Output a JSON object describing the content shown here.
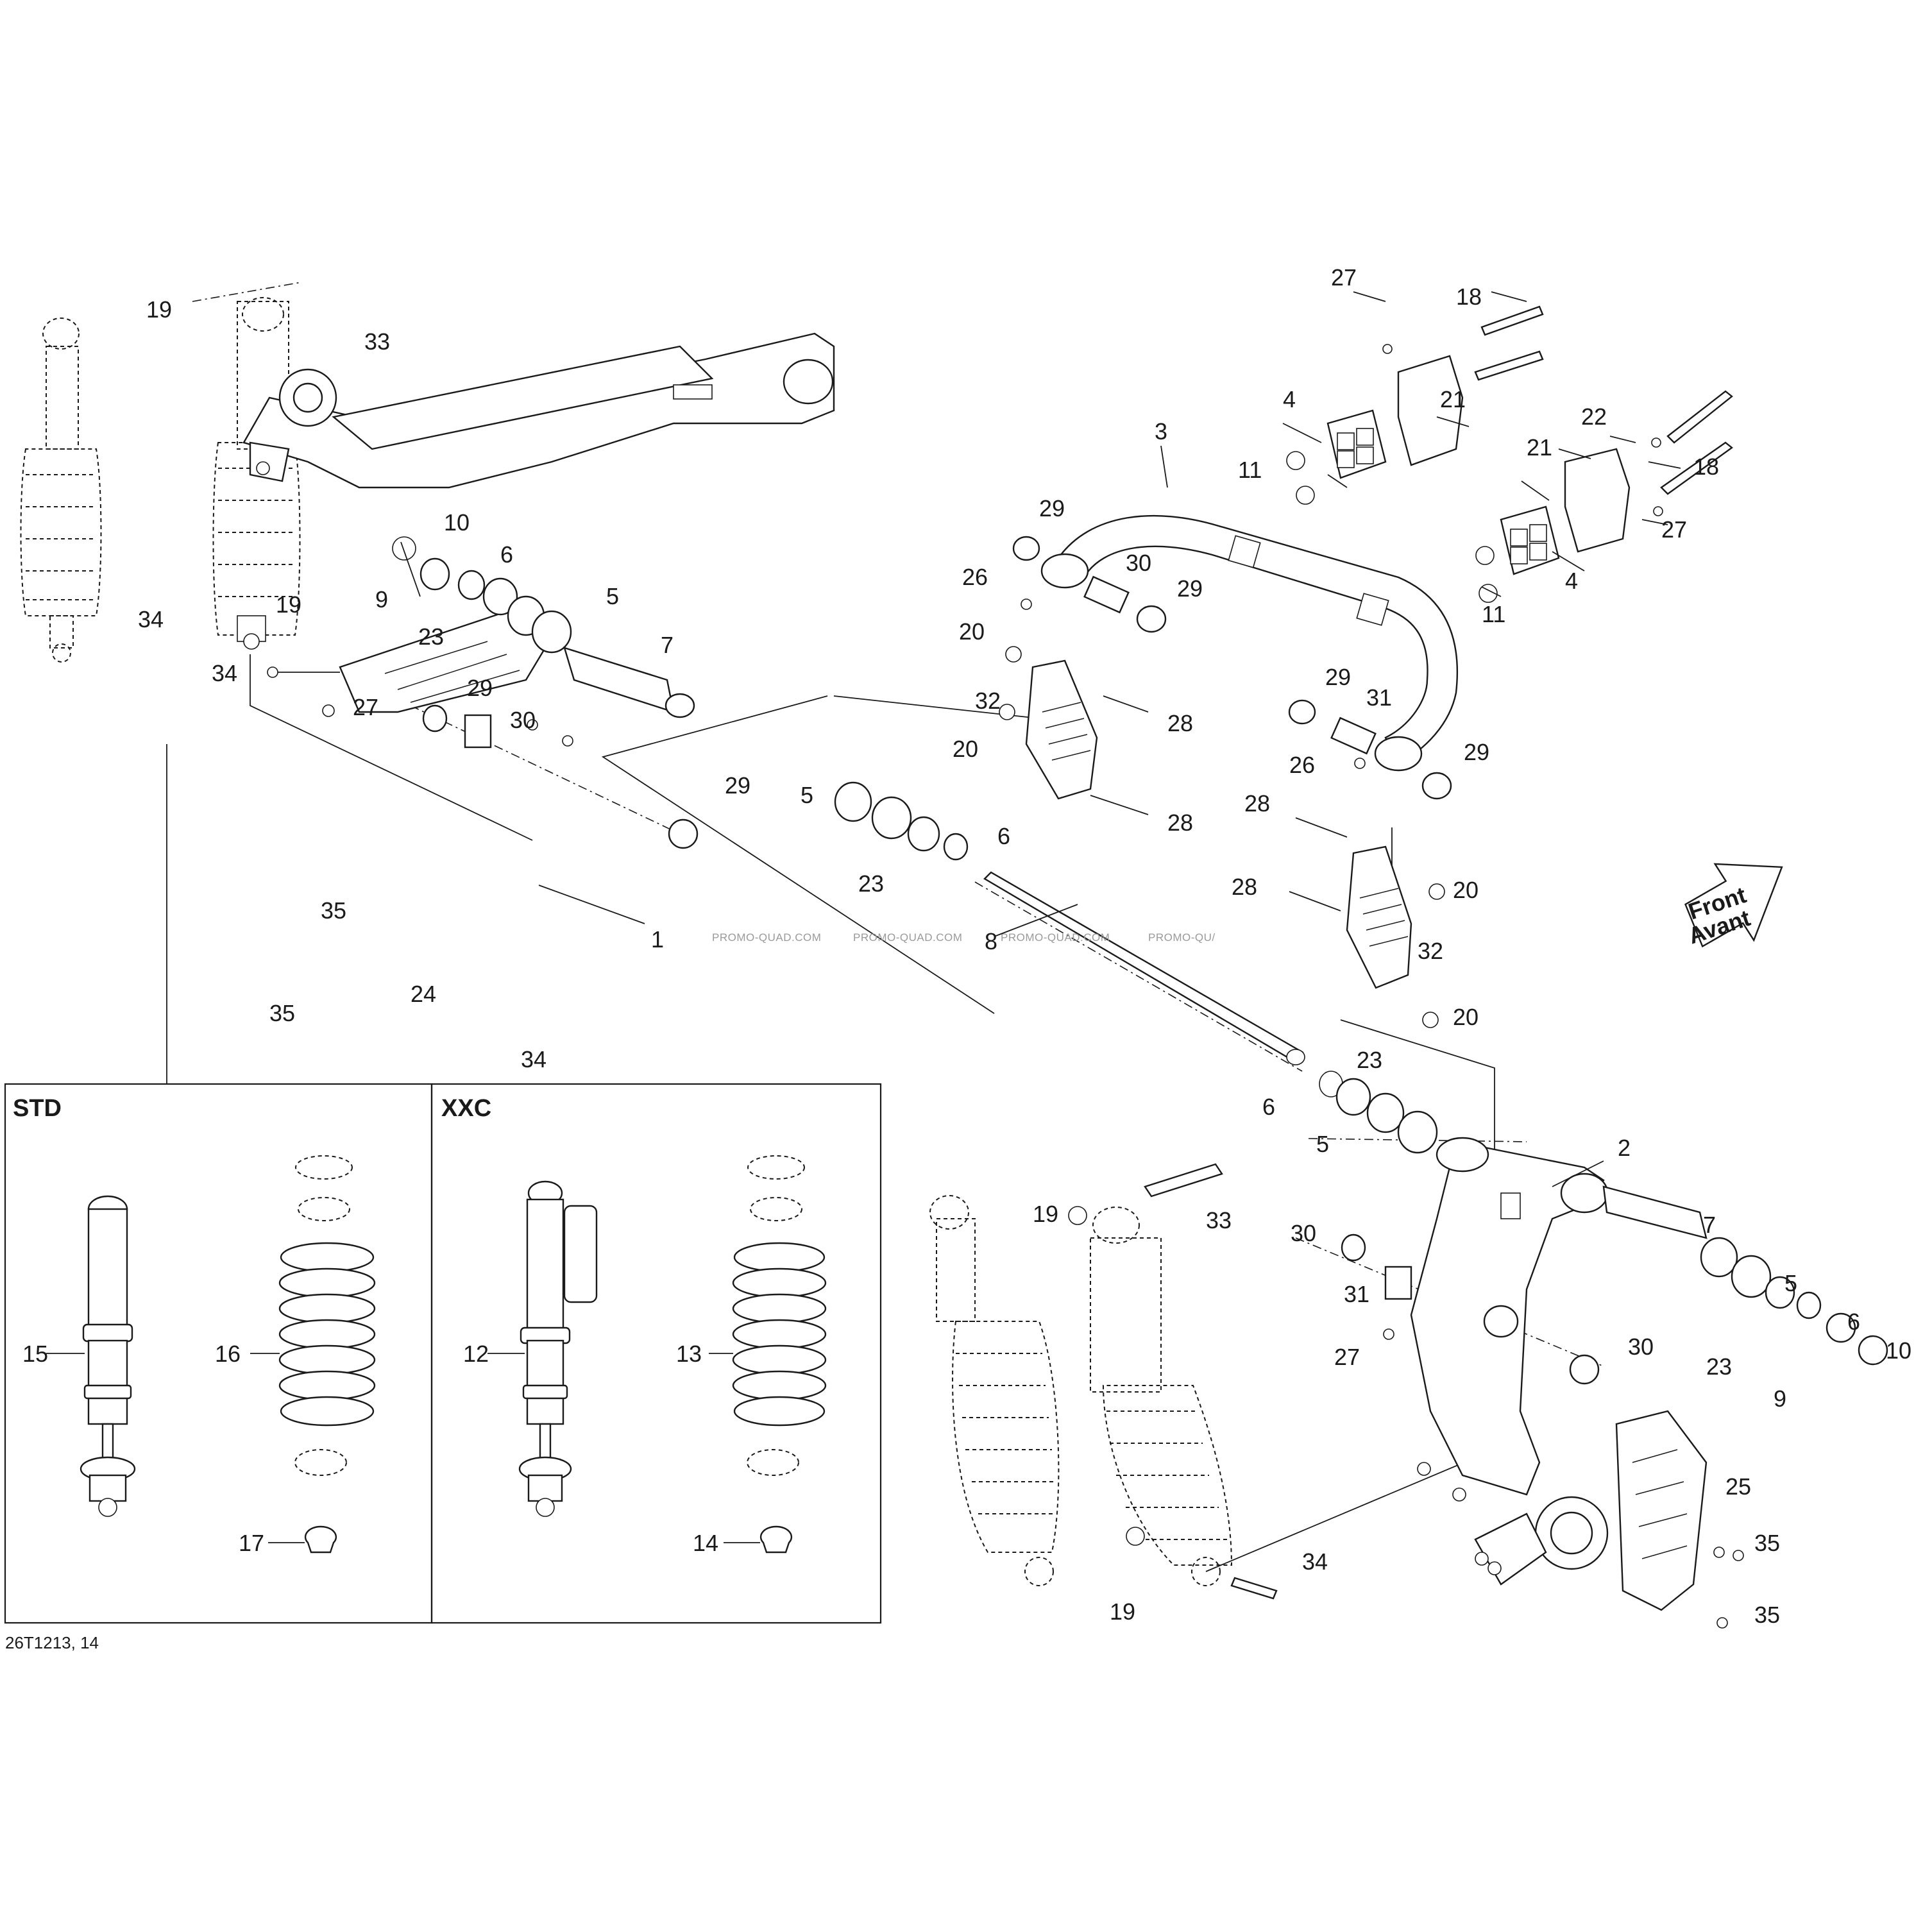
{
  "diagram": {
    "drawing_ref": "26T1213, 14",
    "watermark": [
      "PROMO-QUAD.COM",
      "PROMO-QUAD.COM",
      "PROMO-QUAD.COM",
      "PROMO-QU/"
    ],
    "direction_arrow": {
      "line1": "Front",
      "line2": "Avant"
    },
    "panels": {
      "left_title": "STD",
      "right_title": "XXC"
    },
    "callouts": [
      "1",
      "2",
      "3",
      "4",
      "4",
      "5",
      "5",
      "5",
      "5",
      "6",
      "6",
      "6",
      "6",
      "7",
      "7",
      "8",
      "9",
      "9",
      "10",
      "10",
      "11",
      "11",
      "12",
      "13",
      "14",
      "15",
      "16",
      "17",
      "18",
      "18",
      "19",
      "19",
      "19",
      "19",
      "20",
      "20",
      "20",
      "20",
      "21",
      "21",
      "22",
      "23",
      "23",
      "23",
      "23",
      "24",
      "25",
      "26",
      "26",
      "27",
      "27",
      "27",
      "27",
      "28",
      "28",
      "28",
      "28",
      "29",
      "29",
      "29",
      "29",
      "29",
      "29",
      "30",
      "30",
      "30",
      "30",
      "31",
      "31",
      "32",
      "32",
      "33",
      "33",
      "34",
      "34",
      "34",
      "34",
      "35",
      "35",
      "35",
      "35"
    ]
  }
}
